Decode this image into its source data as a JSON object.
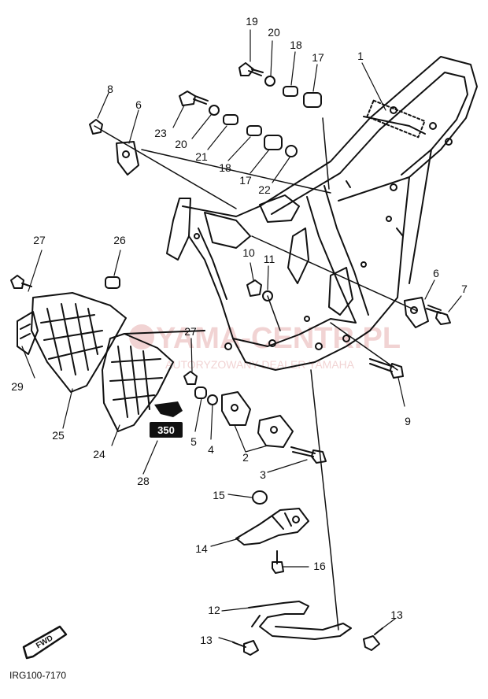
{
  "diagram": {
    "code": "IRG100-7170",
    "fwd_label": "FWD",
    "watermark": {
      "brand": "YAMA-CENTR.PL",
      "tagline": "AUTORYZOWANY DEALER YAMAHA"
    },
    "emblem_text": "350",
    "callouts": [
      "1",
      "2",
      "3",
      "4",
      "5",
      "6",
      "6",
      "7",
      "8",
      "9",
      "10",
      "11",
      "12",
      "13",
      "13",
      "14",
      "15",
      "16",
      "17",
      "17",
      "18",
      "18",
      "19",
      "20",
      "20",
      "21",
      "22",
      "23",
      "24",
      "25",
      "26",
      "27",
      "27",
      "28",
      "29"
    ]
  },
  "colors": {
    "ink": "#111111",
    "watermark": "#e4a9a9",
    "paper": "#ffffff"
  }
}
